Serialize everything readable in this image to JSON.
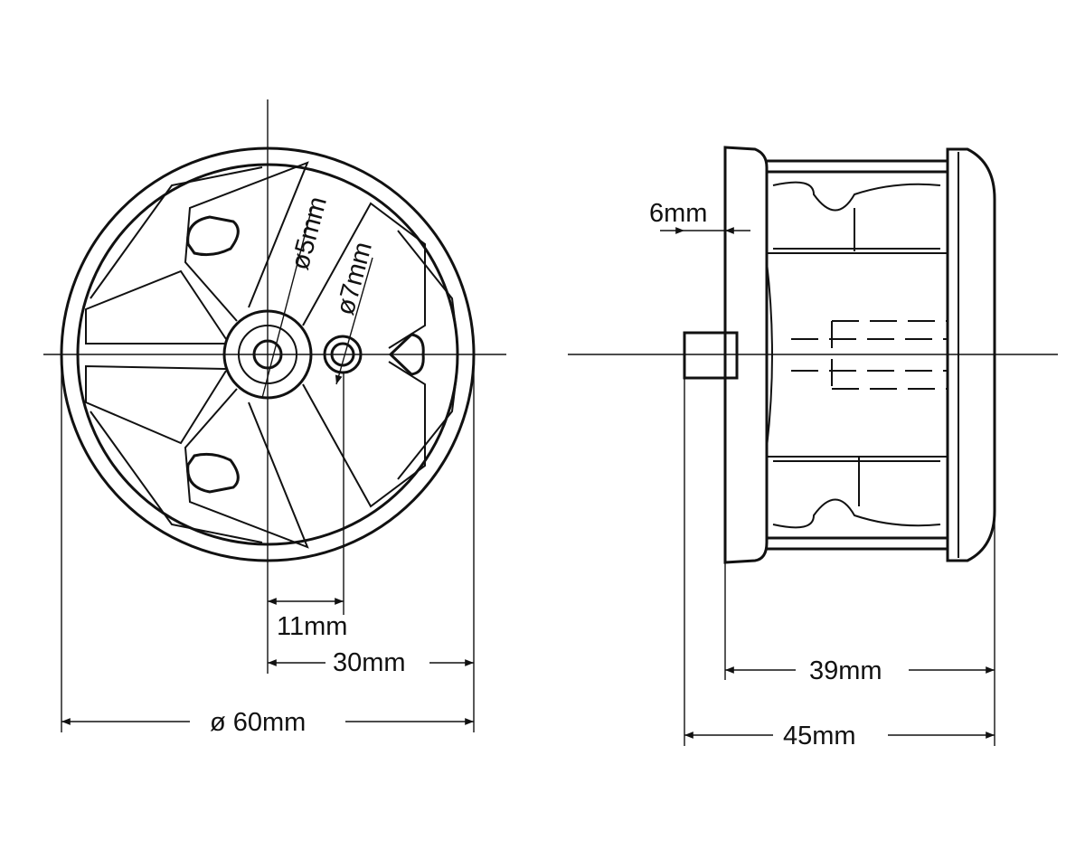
{
  "dimensions": {
    "hole_small": "ø5mm",
    "hole_large": "ø7mm",
    "flange_offset": "6mm",
    "hole_spacing": "11mm",
    "radius": "30mm",
    "diameter": "ø 60mm",
    "body_length": "39mm",
    "total_length": "45mm"
  },
  "colors": {
    "line": "#111111",
    "background": "#ffffff"
  }
}
